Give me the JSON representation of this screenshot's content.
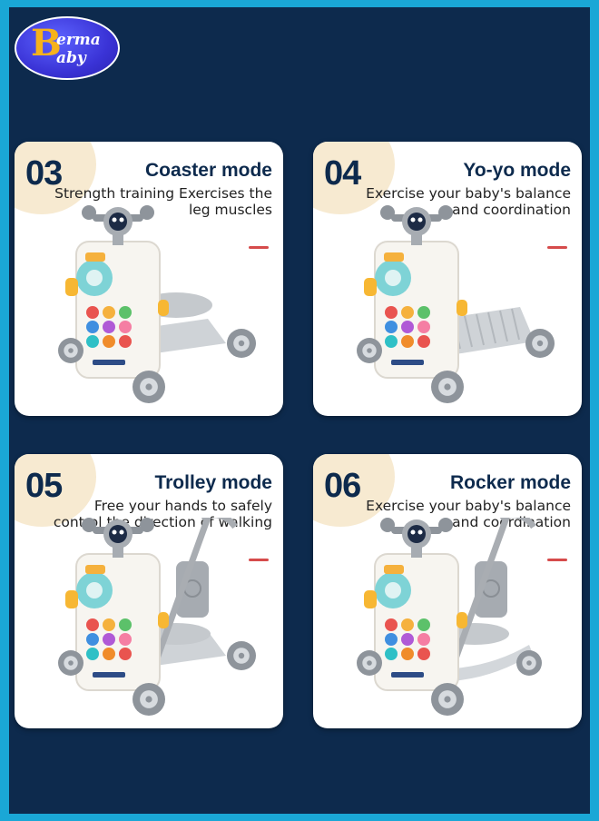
{
  "logo": {
    "letter": "B",
    "line1": "erma",
    "line2": "aby"
  },
  "colors": {
    "frame": "#0d2a4d",
    "border": "#1aa7d6",
    "accent_dash": "#d64b4b",
    "blob": "#f7ead1"
  },
  "cards": [
    {
      "number": "03",
      "title": "Coaster mode",
      "description": "Strength training Exercises the leg muscles",
      "variant": "coaster"
    },
    {
      "number": "04",
      "title": "Yo-yo mode",
      "description": "Exercise your baby's balance and coordination",
      "variant": "yoyo"
    },
    {
      "number": "05",
      "title": "Trolley mode",
      "description": "Free your hands to safely control the direction of walking",
      "variant": "trolley"
    },
    {
      "number": "06",
      "title": "Rocker mode",
      "description": "Exercise your baby's balance and coordination",
      "variant": "rocker"
    }
  ]
}
